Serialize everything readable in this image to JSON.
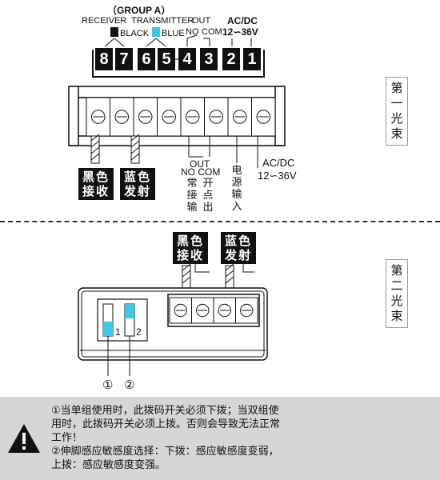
{
  "top": {
    "group_label": "（GROUP A）",
    "receiver": "RECEIVER",
    "transmitter": "TRANSMITTER",
    "out": "OUT",
    "acdc": "AC/DC",
    "black": "BLACK",
    "blue": "BLUE",
    "no": "NO",
    "com": "COM",
    "voltage": "12∽36V",
    "terminal_numbers": [
      "8",
      "7",
      "6",
      "5",
      "4",
      "3",
      "2",
      "1"
    ]
  },
  "beam1": {
    "side_label": "第一光束",
    "black_recv": [
      "黑色",
      "接收"
    ],
    "blue_emit": [
      "蓝色",
      "发射"
    ],
    "out_label": "OUT",
    "no_com": "NO COM",
    "out_vert1": "常接输",
    "out_vert2": "开点出",
    "power_vert": "电源输入",
    "acdc": "AC/DC",
    "voltage": "12∽36V"
  },
  "beam2": {
    "side_label": "第二光束",
    "black_recv": [
      "黑色",
      "接收"
    ],
    "blue_emit": [
      "蓝色",
      "发射"
    ],
    "switch_1": "1",
    "switch_2": "2",
    "circle_1": "①",
    "circle_2": "②"
  },
  "warning": {
    "icon": "warning-icon",
    "lines": [
      "①当单组使用时，此拨码开关必须下拨；当双组使",
      "用时，此拨码开关必须上拨。否则会导致无法正常",
      "工作！",
      "②伸脚感应敏感度选择：下拨：感应敏感度变弱，",
      "上拨：感应敏感度变强。"
    ]
  },
  "colors": {
    "cyan": "#3ec8e6",
    "black": "#111111",
    "footer": "#d6d6d6"
  }
}
